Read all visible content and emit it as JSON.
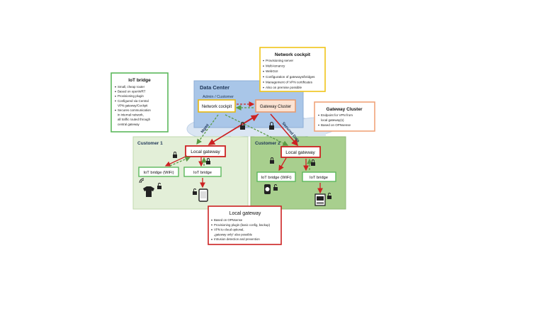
{
  "data_center": {
    "title": "Data Center",
    "subtitle": "Admin / Customer",
    "network_cockpit_label": "Network cockpit",
    "gateway_cluster_label": "Gateway Cluster"
  },
  "links": {
    "mgmt_label": "Mgmt",
    "secured_data_label": "Secured Data"
  },
  "customer1": {
    "title": "Customer 1",
    "local_gateway_label": "Local gateway",
    "iot_bridge_wifi_label": "IoT bridge (WiFi)",
    "iot_bridge_label": "IoT bridge"
  },
  "customer2": {
    "title": "Customer 2",
    "local_gateway_label": "Local gateway",
    "iot_bridge_wifi_label": "IoT bridge (WiFi)",
    "iot_bridge_label": "IoT bridge"
  },
  "iot_bridge_note": {
    "title": "IoT bridge",
    "items": [
      "Small, cheap router",
      "Based on openWRT",
      "Provisioning plugin",
      "Configured via Central",
      "VPN gateway/Cockpit",
      "Secures communication",
      "in internal network,",
      "all traffic routed through",
      "central gateway"
    ],
    "bullets": [
      true,
      true,
      true,
      true,
      false,
      true,
      false,
      false,
      false
    ]
  },
  "network_cockpit_note": {
    "title": "Network cockpit",
    "items": [
      "Provisioning server",
      "Multi-tenancy",
      "WebGUI",
      "Configuration of gateways/bridges",
      "Management of VPN certificates",
      "Also on premise possible"
    ]
  },
  "gateway_cluster_note": {
    "title": "Gateway Cluster",
    "items": [
      "Endpoint for VPN from",
      "local gateway(s)",
      "Based on OPNsense"
    ],
    "bullets": [
      true,
      false,
      true
    ]
  },
  "local_gateway_note": {
    "title": "Local gateway",
    "items": [
      "Based on OPNsense",
      "Provisioning plugin (basic config, backup)",
      "VPN to cloud optional,",
      "„gateway only“ also possible",
      "Intrusion detection and prevention"
    ],
    "bullets": [
      true,
      true,
      true,
      false,
      true
    ]
  },
  "colors": {
    "note_green": "#5cb85c",
    "note_yellow": "#f0c419",
    "note_orange": "#f0a47a",
    "note_red": "#cc2222",
    "data_center_fill": "#a9c6e8",
    "customer1_fill": "#e3efd8",
    "customer2_fill": "#a8cf8e",
    "link_red": "#cc2222",
    "link_green": "#5a9a44"
  }
}
